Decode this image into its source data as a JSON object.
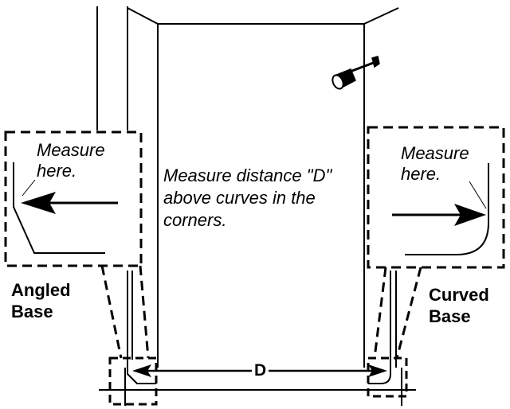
{
  "left_inset": {
    "label_line1": "Measure",
    "label_line2": "here."
  },
  "right_inset": {
    "label_line1": "Measure",
    "label_line2": "here."
  },
  "center_note": {
    "line1": "Measure distance \"D\"",
    "line2": "above curves in the",
    "line3": "corners."
  },
  "left_base_label": {
    "line1": "Angled",
    "line2": "Base"
  },
  "right_base_label": {
    "line1": "Curved",
    "line2": "Base"
  },
  "dimension_label": "D",
  "colors": {
    "stroke": "#000000",
    "background": "#ffffff"
  },
  "icons": [
    "shower-head-icon",
    "arrow-left-icon",
    "arrow-right-icon",
    "dimension-arrow-icon"
  ]
}
